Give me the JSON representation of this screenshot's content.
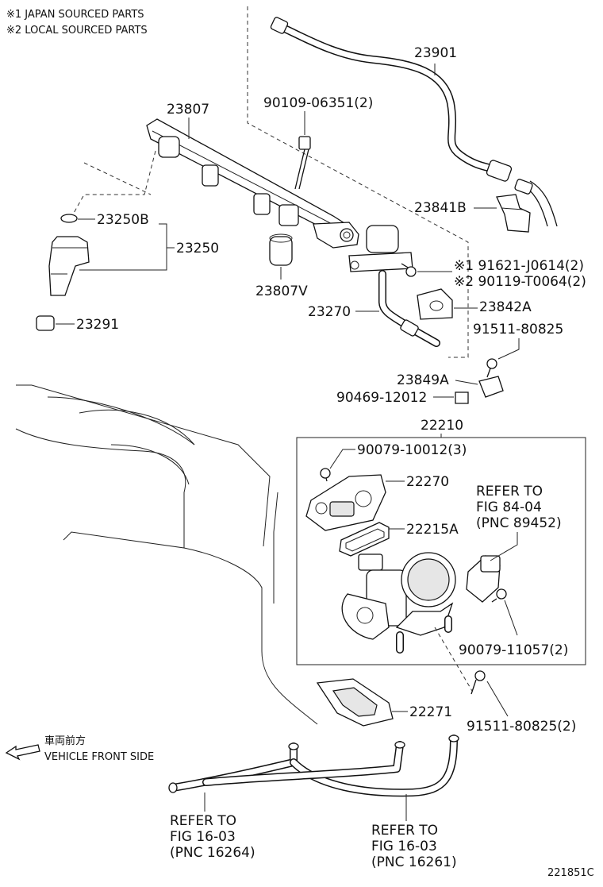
{
  "legend": {
    "line1": "※1 JAPAN SOURCED PARTS",
    "line2": "※2 LOCAL SOURCED PARTS"
  },
  "parts": {
    "p23901": "23901",
    "p23807": "23807",
    "p90109": "90109-06351(2)",
    "p23841B": "23841B",
    "p23250B": "23250B",
    "p23250": "23250",
    "p23807V": "23807V",
    "p91621": "※1 91621-J0614(2)",
    "p90119": "※2 90119-T0064(2)",
    "p23270": "23270",
    "p23842A": "23842A",
    "p23291": "23291",
    "p91511a": "91511-80825",
    "p23849A": "23849A",
    "p90469": "90469-12012",
    "p22210": "22210",
    "p90079a": "90079-10012(3)",
    "p22270": "22270",
    "p22215A": "22215A",
    "p90079b": "90079-11057(2)",
    "p22271": "22271",
    "p91511b": "91511-80825(2)"
  },
  "refs": {
    "fig84": {
      "l1": "REFER TO",
      "l2": "FIG 84-04",
      "l3": "(PNC 89452)"
    },
    "fig16a": {
      "l1": "REFER TO",
      "l2": "FIG 16-03",
      "l3": "(PNC 16264)"
    },
    "fig16b": {
      "l1": "REFER TO",
      "l2": "FIG 16-03",
      "l3": "(PNC 16261)"
    }
  },
  "front": {
    "jp": "車両前方",
    "en": "VEHICLE FRONT SIDE"
  },
  "diagram_id": "221851C"
}
